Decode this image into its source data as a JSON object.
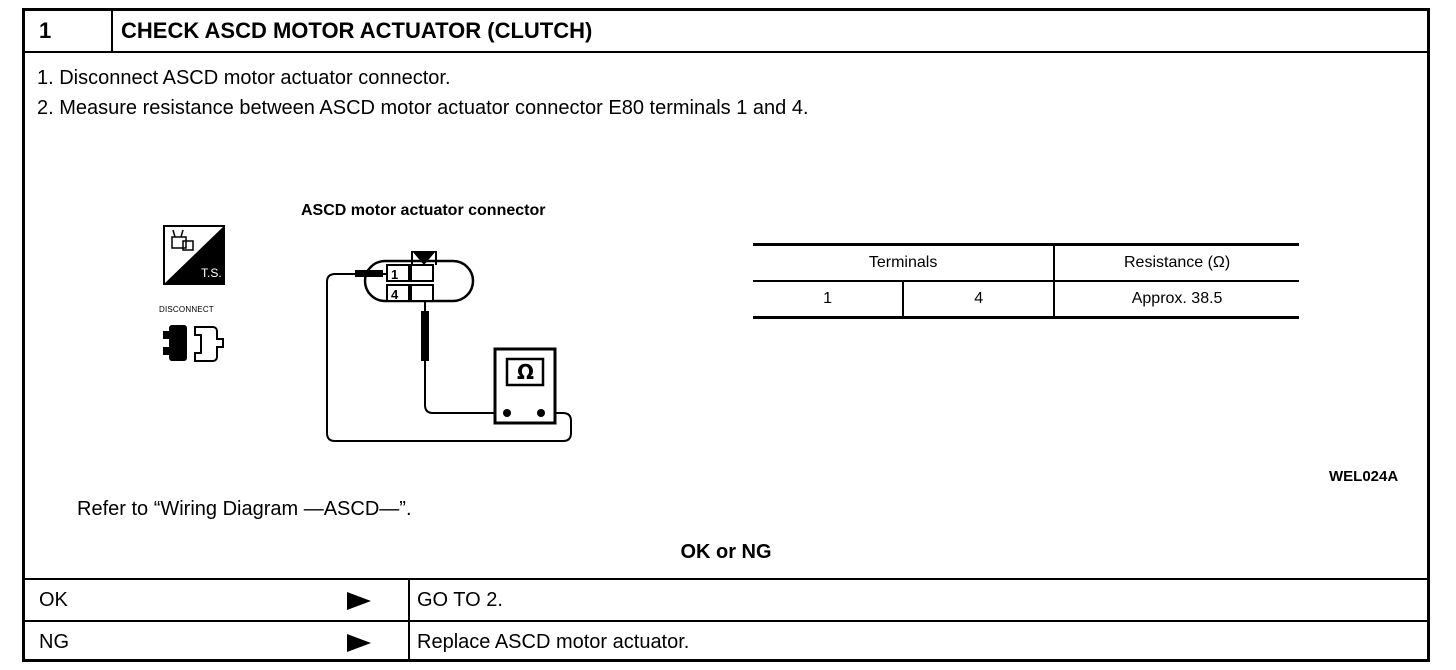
{
  "header": {
    "step_number": "1",
    "title": "CHECK ASCD MOTOR ACTUATOR (CLUTCH)"
  },
  "steps": [
    "1.  Disconnect ASCD motor actuator connector.",
    "2.  Measure resistance between ASCD motor actuator connector E80 terminals 1 and 4."
  ],
  "figure": {
    "label": "ASCD motor actuator connector",
    "code": "WEL024A",
    "icons": {
      "ts_label": "T.S.",
      "disconnect_label": "DISCONNECT"
    },
    "connector_pins": [
      "1",
      "4"
    ],
    "meter_symbol": "Ω"
  },
  "resistance_table": {
    "headers": {
      "terminals": "Terminals",
      "resistance": "Resistance (Ω)"
    },
    "rows": [
      {
        "terminal_a": "1",
        "terminal_b": "4",
        "value": "Approx. 38.5"
      }
    ]
  },
  "refer_text": "Refer to “Wiring Diagram —ASCD—”.",
  "ok_ng_label": "OK or NG",
  "results": [
    {
      "label": "OK",
      "action": "GO TO 2."
    },
    {
      "label": "NG",
      "action": "Replace ASCD motor actuator."
    }
  ]
}
